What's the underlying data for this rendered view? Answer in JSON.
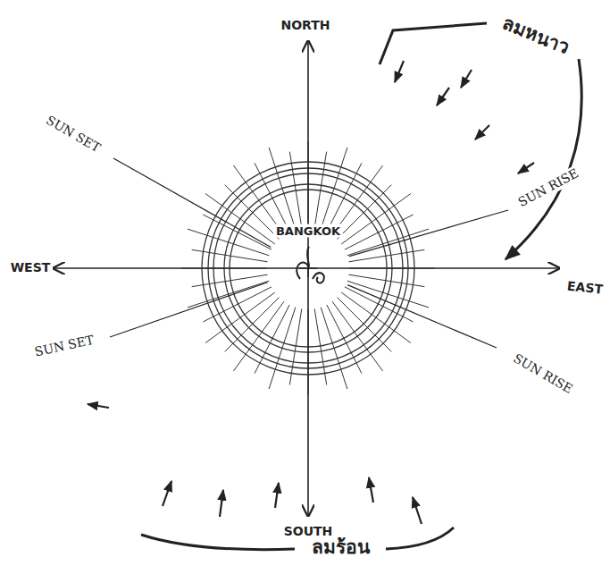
{
  "diagram": {
    "nodes": [
      {
        "text": [
          "BANGKOK"
        ]
      }
    ],
    "labels": [
      "NORTH",
      "WEST",
      "EAST",
      "SOUTH",
      "SUN SET",
      "SUN RISE",
      "SUN SET",
      "SUN RISE",
      "ลมหนาว",
      "ลมร้อน"
    ]
  }
}
